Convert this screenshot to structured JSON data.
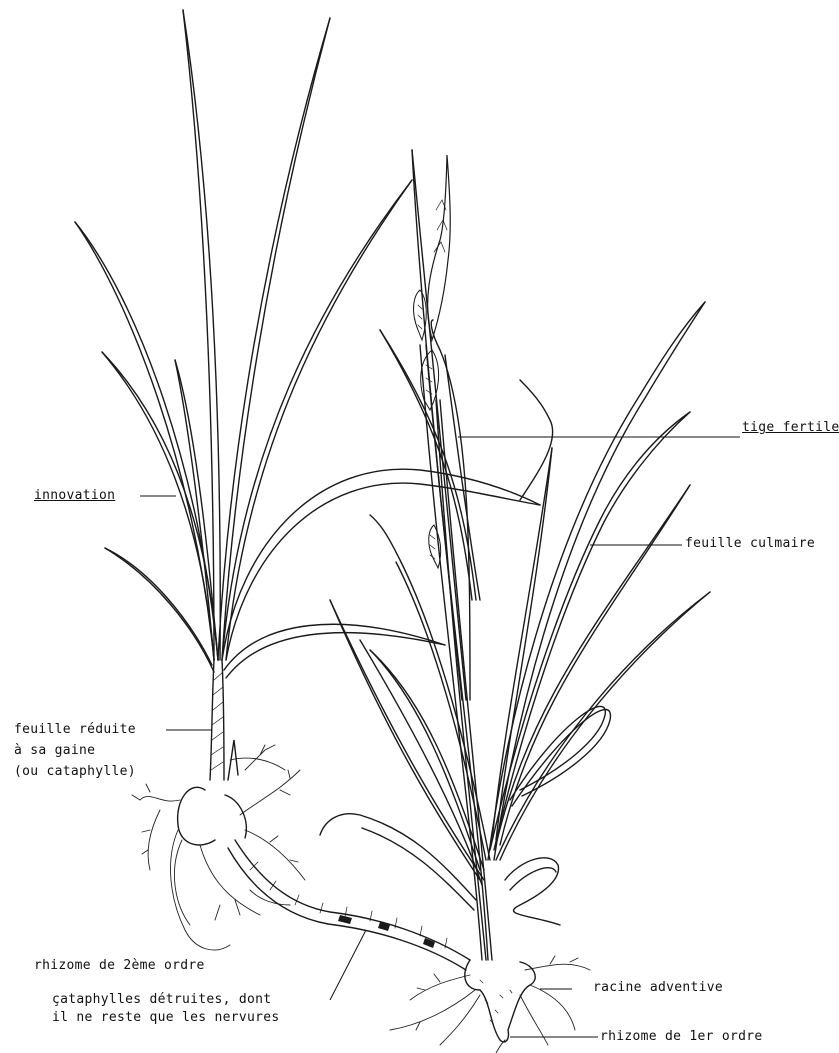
{
  "labels": {
    "innovation": "innovation",
    "tige_fertile": "tige fertile",
    "feuille_culmaire": "feuille culmaire",
    "feuille_reduite_1": "feuille réduite",
    "feuille_reduite_2": "à sa gaine",
    "feuille_reduite_3": "(ou cataphylle)",
    "rhizome_2": "rhizome de 2ème ordre",
    "cataphylles_1": "çataphylles détruites, dont",
    "cataphylles_2": "il ne reste que les nervures",
    "racine_adventive": "racine adventive",
    "rhizome_1": "rhizome de 1er ordre"
  },
  "colors": {
    "ink": "#1a1a1a",
    "paper": "#ffffff"
  }
}
